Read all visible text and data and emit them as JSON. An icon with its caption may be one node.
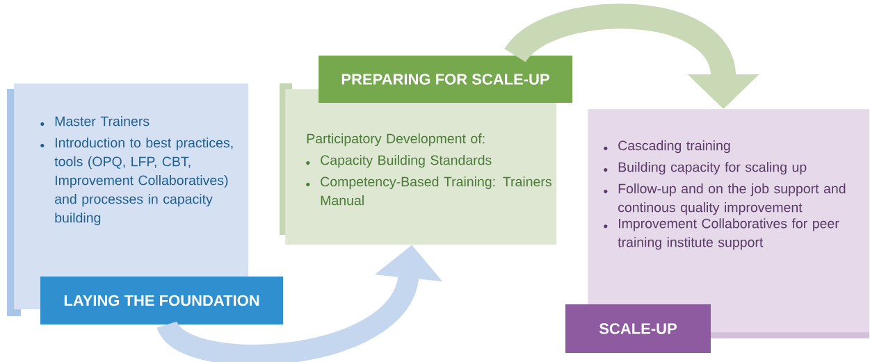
{
  "diagram": {
    "nodes": [
      {
        "text": [
          "Master Trainers",
          "Introduction to best practices, tools (OPQ, LFP, CBT, Improvement Collaboratives) and processes in capacity building",
          "LAYING THE FOUNDATION"
        ]
      },
      {
        "text": [
          "PREPARING FOR SCALE-UP",
          "Participatory Development of:",
          "Capacity Building Standards",
          "Competency-Based Training: Trainers Manual"
        ]
      },
      {
        "text": [
          "Cascading training",
          "Building capacity for scaling up",
          "Follow-up and on the job support and continous quality improvement",
          "Improvement Collaboratives for peer training institute support",
          "SCALE-UP"
        ]
      }
    ],
    "edges": [
      {
        "from": 0,
        "to": 1,
        "arrow": "to",
        "color": "#c5d7ef"
      },
      {
        "from": 1,
        "to": 2,
        "arrow": "to",
        "color": "#c9d9b5"
      }
    ]
  }
}
